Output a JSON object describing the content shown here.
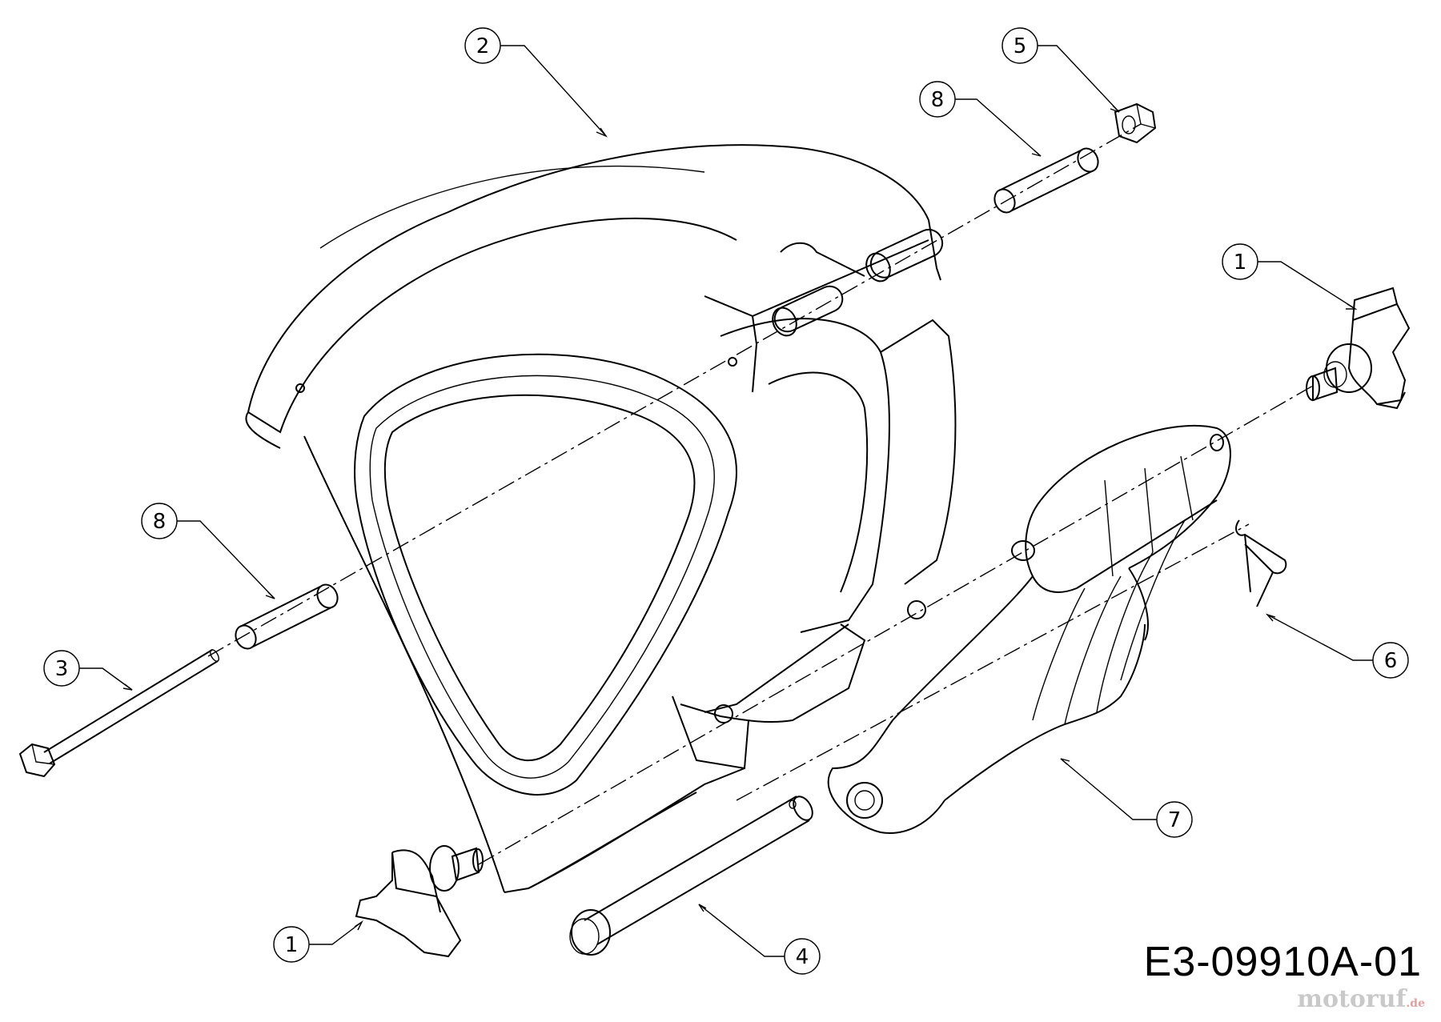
{
  "diagram": {
    "reference": "E3-09910A-01",
    "watermark": {
      "main": "motoruf",
      "suffix": ".de"
    },
    "callouts": [
      {
        "id": "c2",
        "number": "2"
      },
      {
        "id": "c5",
        "number": "5"
      },
      {
        "id": "c8a",
        "number": "8"
      },
      {
        "id": "c1a",
        "number": "1"
      },
      {
        "id": "c8b",
        "number": "8"
      },
      {
        "id": "c3",
        "number": "3"
      },
      {
        "id": "c6",
        "number": "6"
      },
      {
        "id": "c7",
        "number": "7"
      },
      {
        "id": "c1b",
        "number": "1"
      },
      {
        "id": "c4",
        "number": "4"
      }
    ]
  }
}
